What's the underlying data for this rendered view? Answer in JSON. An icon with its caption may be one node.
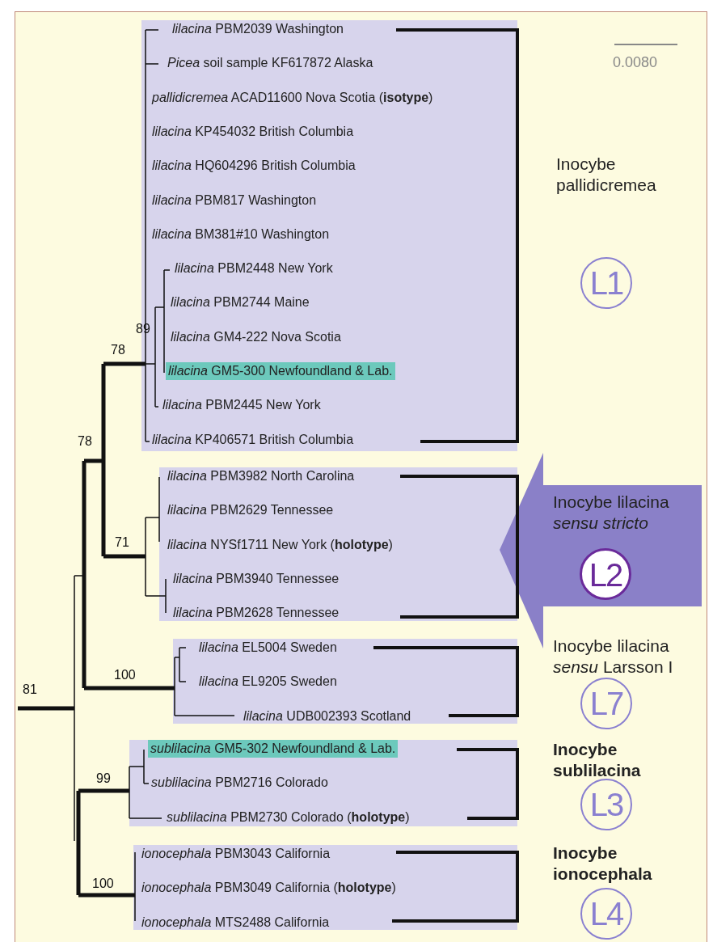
{
  "diagram": {
    "nodes": [
      {
        "text": [],
        "shape": "box"
      },
      {
        "text": [
          "*lilacina* PBM2039 Washington"
        ],
        "in": 0
      },
      {
        "text": [
          "*Picea* soil sample KF617872 Alaska"
        ],
        "in": 0
      },
      {
        "text": [
          "*pallidicremea* ACAD11600 Nova Scotia (**isotype**)"
        ],
        "in": 0
      },
      {
        "text": [
          "*lilacina* KP454032 British Columbia"
        ],
        "in": 0
      },
      {
        "text": [
          "*lilacina* HQ604296 British Columbia"
        ],
        "in": 0
      },
      {
        "text": [
          "*lilacina* PBM817 Washington"
        ],
        "in": 0
      },
      {
        "text": [
          "*lilacina* BM381#10 Washington"
        ],
        "in": 0
      },
      {
        "text": [
          "*lilacina* PBM2448 New York"
        ],
        "in": 0
      },
      {
        "text": [
          "*lilacina* PBM2744 Maine"
        ],
        "in": 0
      },
      {
        "text": [
          "*lilacina* GM4-222 Nova Scotia"
        ],
        "in": 0
      },
      {
        "text": [
          "*lilacina* GM5-300 Newfoundland & Lab."
        ],
        "in": 0
      },
      {
        "text": [
          "*lilacina* PBM2445 New York"
        ],
        "in": 0
      },
      {
        "text": [
          "*lilacina* KP406571 British Columbia"
        ],
        "in": 0
      },
      {
        "text": [],
        "shape": "box"
      },
      {
        "text": [
          "*lilacina* PBM3982 North Carolina"
        ],
        "in": 14
      },
      {
        "text": [
          "*lilacina* PBM2629 Tennessee"
        ],
        "in": 14
      },
      {
        "text": [
          "*lilacina* NYSf1711 New York (**holotype**)"
        ],
        "in": 14
      },
      {
        "text": [
          "*lilacina* PBM3940 Tennessee"
        ],
        "in": 14
      },
      {
        "text": [
          "*lilacina* PBM2628 Tennessee"
        ],
        "in": 14
      },
      {
        "text": [],
        "shape": "box"
      },
      {
        "text": [
          "*lilacina* EL5004 Sweden"
        ],
        "in": 20
      },
      {
        "text": [
          "*lilacina* EL9205 Sweden"
        ],
        "in": 20
      },
      {
        "text": [
          "*lilacina* UDB002393 Scotland"
        ],
        "in": 20
      },
      {
        "text": [],
        "shape": "box"
      },
      {
        "text": [
          "*sublilacina* GM5-302 Newfoundland & Lab."
        ],
        "in": 24
      },
      {
        "text": [
          "*sublilacina* PBM2716 Colorado"
        ],
        "in": 24
      },
      {
        "text": [
          "*sublilacina* PBM2730 Colorado (**holotype**)"
        ],
        "in": 24
      },
      {
        "text": [],
        "shape": "box"
      },
      {
        "text": [
          "*ionocephala* PBM3043 California"
        ],
        "in": 28
      },
      {
        "text": [
          "*ionocephala* PBM3049 California (**holotype**)"
        ],
        "in": 28
      },
      {
        "text": [
          "*ionocephala* MTS2488 California"
        ],
        "in": 28
      },
      {
        "text": [
          "L1"
        ],
        "beside": [
          "Inocybe pallidicremea"
        ]
      },
      {
        "text": [
          "Inocybe lilacina *sensu stricto*"
        ]
      },
      {
        "text": [
          "L2"
        ],
        "in": 33
      },
      {
        "text": [
          "L7"
        ],
        "beside": [
          "Inocybe lilacina *sensu* Larsson I"
        ]
      },
      {
        "text": [
          "L3"
        ],
        "beside": [
          "Inocybe sublilacina"
        ]
      },
      {
        "text": [
          "L4"
        ],
        "beside": [
          "Inocybe ionocephala"
        ]
      }
    ],
    "labels": [
      "0.0080",
      "89",
      "78",
      "78",
      "71",
      "100",
      "81",
      "99",
      "100"
    ]
  }
}
